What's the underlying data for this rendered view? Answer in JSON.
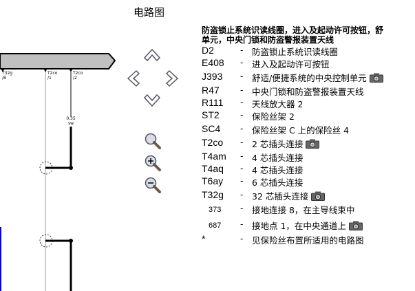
{
  "page_title": "电路图",
  "nav_icons": [
    "arrow-up-icon",
    "arrow-left-icon",
    "arrow-right-icon",
    "arrow-down-icon",
    "zoom-fit-icon",
    "zoom-in-icon",
    "zoom-out-icon"
  ],
  "diagram": {
    "pins": [
      {
        "code": "T32g",
        "num": "/8"
      },
      {
        "code": "T2co",
        "num": "/1"
      },
      {
        "code": "T2co",
        "num": "/2"
      }
    ],
    "wire_label": "0.35",
    "wire_color": "sw",
    "colors": {
      "wire": "#000000",
      "blue_line": "#0000ff",
      "arrow_fill": "#c0c0c0"
    }
  },
  "legend": {
    "title_line1": "防盗锁止系统识读线圈，进入及起动许可按钮，舒",
    "title_line2": "单元，中央门锁和防盗警报装置天线",
    "items": [
      {
        "code": "D2",
        "dash": "-",
        "desc": "防盗锁止系统识读线圈",
        "camera": false
      },
      {
        "code": "E408",
        "dash": "-",
        "desc": "进入及起动许可按钮",
        "camera": false
      },
      {
        "code": "J393",
        "dash": "-",
        "desc": "舒适/便捷系统的中央控制单元",
        "camera": true
      },
      {
        "code": "R47",
        "dash": "-",
        "desc": "中央门锁和防盗警报装置天线",
        "camera": false
      },
      {
        "code": "R111",
        "dash": "-",
        "desc": "天线放大器 2",
        "camera": false
      },
      {
        "code": "ST2",
        "dash": "-",
        "desc": "保险丝架 2",
        "camera": false
      },
      {
        "code": "SC4",
        "dash": "-",
        "desc": "保险丝架 C 上的保险丝 4",
        "camera": false
      },
      {
        "code": "T2co",
        "dash": "-",
        "desc": "2 芯插头连接",
        "camera": true
      },
      {
        "code": "T4am",
        "dash": "-",
        "desc": "4 芯插头连接",
        "camera": false
      },
      {
        "code": "T4aq",
        "dash": "-",
        "desc": "4 芯插头连接",
        "camera": false
      },
      {
        "code": "T6ay",
        "dash": "-",
        "desc": "6 芯插头连接",
        "camera": false
      },
      {
        "code": "T32g",
        "dash": "-",
        "desc": "32 芯插头连接",
        "camera": true
      },
      {
        "code": "373",
        "dash": "-",
        "desc": "接地连接 8，在主导线束中",
        "camera": false,
        "small": true
      },
      {
        "code": "687",
        "dash": "-",
        "desc": "接地点 1，在中央通道上",
        "camera": true,
        "small": true
      },
      {
        "code": "*",
        "dash": "-",
        "desc": "见保险丝布置所适用的电路图",
        "camera": false
      }
    ]
  }
}
